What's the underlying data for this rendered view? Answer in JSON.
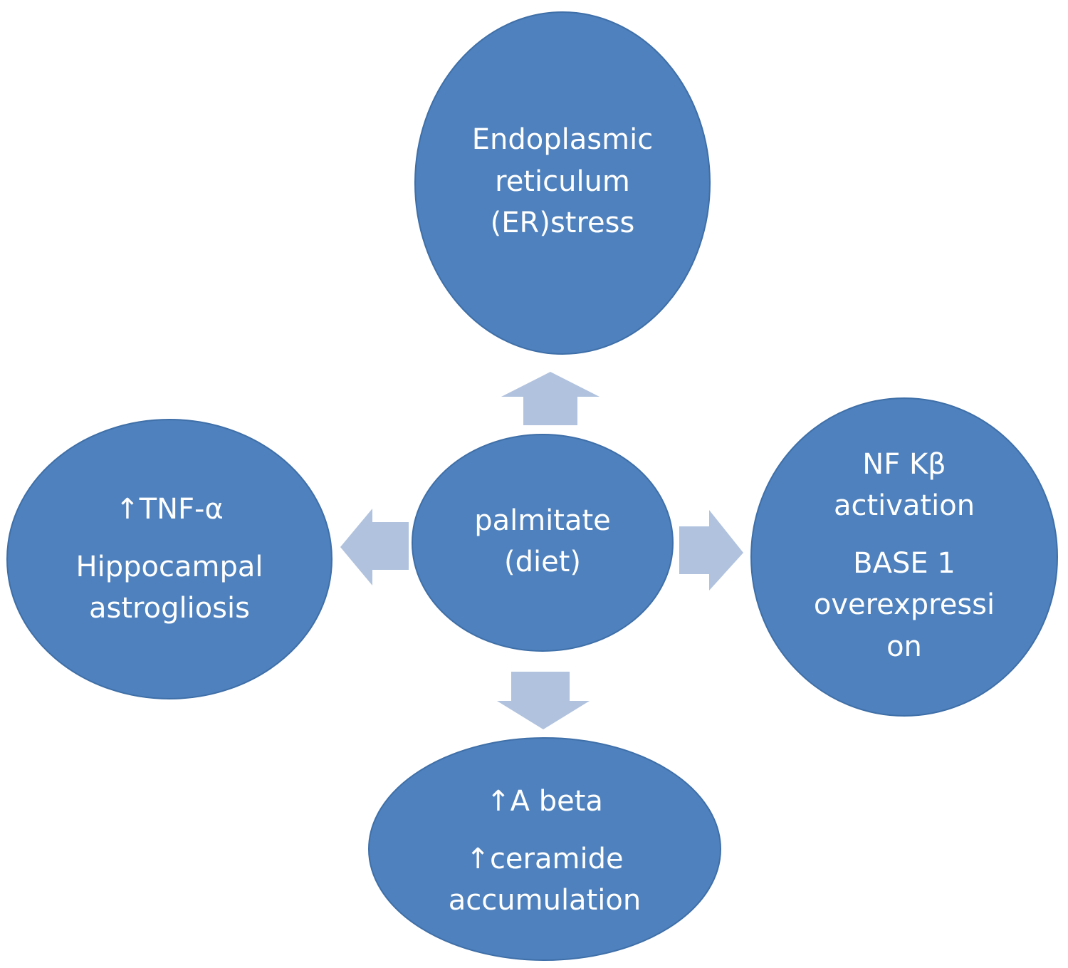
{
  "diagram": {
    "center": {
      "line1": "palmitate",
      "line2": "(diet)"
    },
    "top": {
      "line1": "Endoplasmic",
      "line2": "reticulum",
      "line3": "(ER)stress"
    },
    "left": {
      "line1": "↑TNF-α",
      "line2": "Hippocampal",
      "line3": "astrogliosis"
    },
    "right": {
      "line1": "NF Kβ",
      "line2": "activation",
      "line3": "BASE 1",
      "line4": "overexpressi",
      "line5": "on"
    },
    "bottom": {
      "line1": "↑A beta",
      "line2": "↑ceramide",
      "line3": "accumulation"
    },
    "colors": {
      "node_fill": "#4e81bd",
      "node_stroke": "#3f6fa8",
      "arrow_fill": "#b0c2de",
      "text": "#ffffff"
    }
  }
}
